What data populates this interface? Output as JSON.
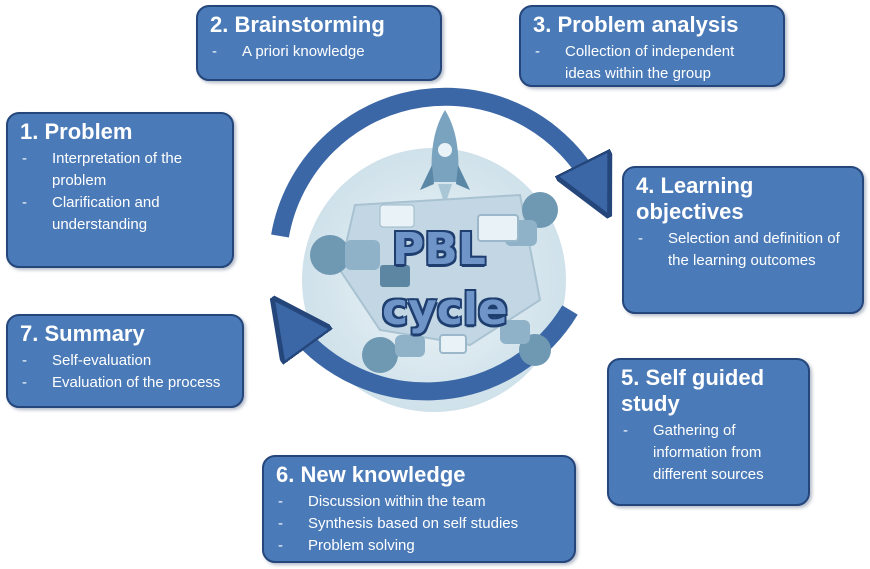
{
  "center": {
    "line1": "PBL",
    "line2": "cycle"
  },
  "steps": [
    {
      "title": "1. Problem",
      "items": [
        "Interpretation of the problem",
        "Clarification and understanding"
      ]
    },
    {
      "title": "2. Brainstorming",
      "items": [
        "A priori knowledge"
      ]
    },
    {
      "title": "3. Problem analysis",
      "items": [
        "Collection of independent ideas within the group"
      ]
    },
    {
      "title": "4. Learning objectives",
      "items": [
        "Selection and definition of the learning outcomes"
      ]
    },
    {
      "title": "5. Self guided study",
      "items": [
        "Gathering of information from different sources"
      ]
    },
    {
      "title": "6. New knowledge",
      "items": [
        "Discussion within the team",
        "Synthesis based on self studies",
        "Problem solving"
      ]
    },
    {
      "title": "7. Summary",
      "items": [
        "Self-evaluation",
        "Evaluation of the process"
      ]
    }
  ],
  "colors": {
    "box_fill": "#4a7ab8",
    "box_border": "#25467a",
    "arrow": "#3b67a6",
    "circle": "#d6e5ee"
  },
  "icons": [
    "rocket-icon",
    "people-at-table-icon",
    "laptop-icon"
  ]
}
